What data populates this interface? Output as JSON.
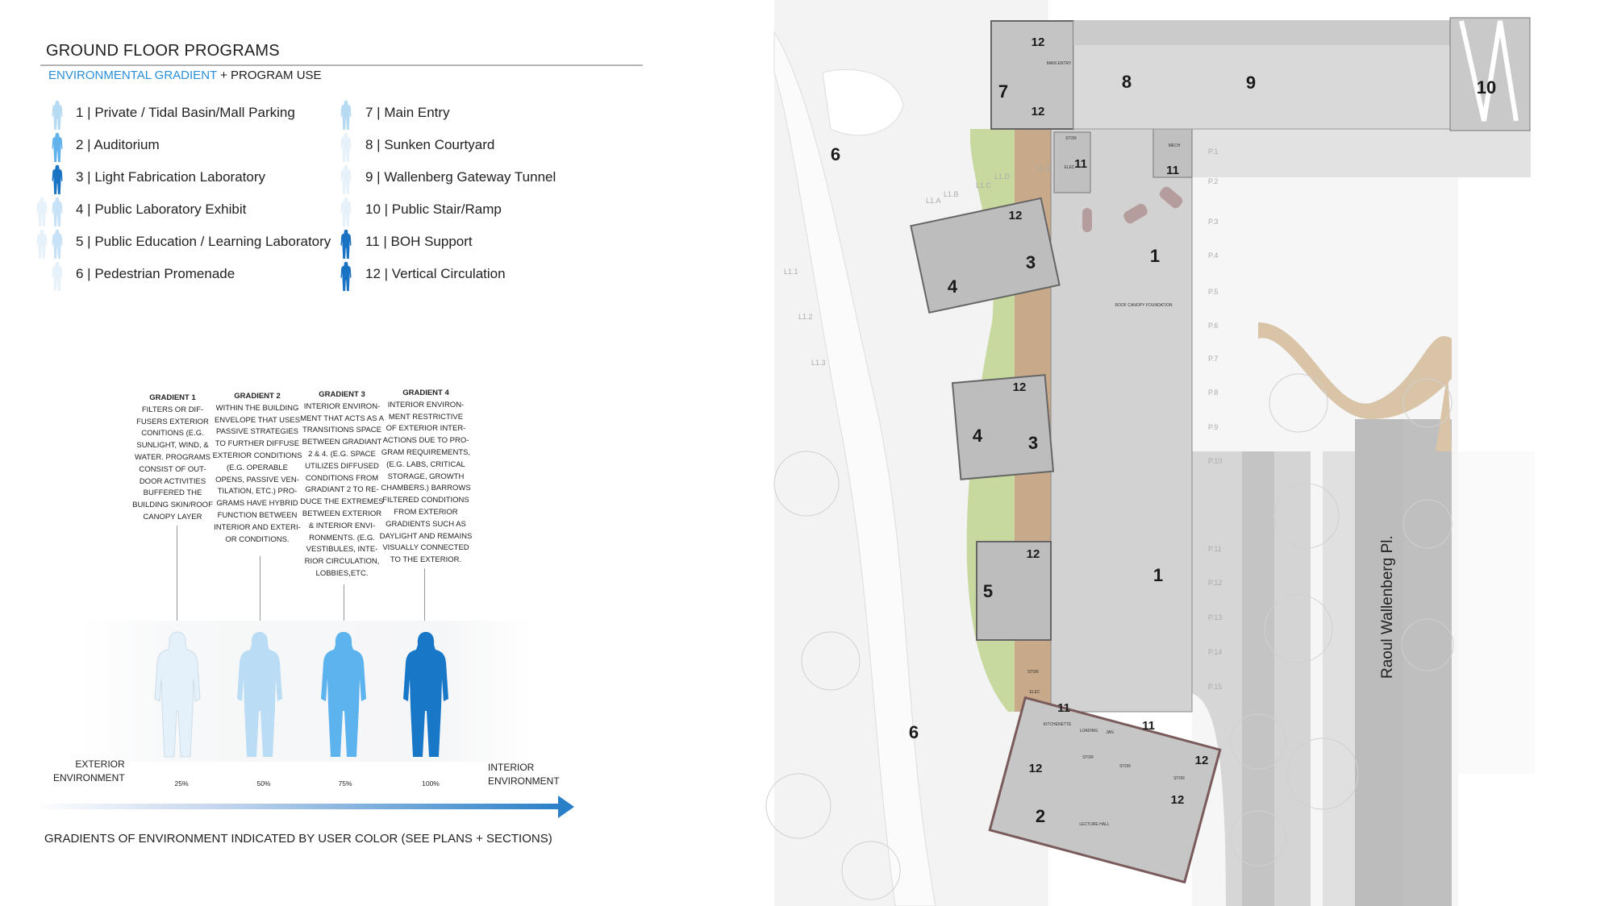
{
  "header": {
    "title": "GROUND FLOOR PROGRAMS",
    "subtitle_accent": "ENVIRONMENTAL GRADIENT",
    "subtitle_rest": " + PROGRAM USE"
  },
  "programs": [
    {
      "label": "1 | Private / Tidal Basin/Mall Parking",
      "icon": "user-figure-icon",
      "color": "#b7daf3"
    },
    {
      "label": "2 | Auditorium",
      "icon": "user-figure-icon",
      "color": "#62b3ec"
    },
    {
      "label": "3 | Light Fabrication Laboratory",
      "icon": "user-figure-icon",
      "color": "#1a73c2"
    },
    {
      "label": "4 | Public Laboratory Exhibit",
      "icon": "user-figure-icon",
      "color": "#c7e2f6"
    },
    {
      "label": "5 | Public Education / Learning Laboratory",
      "icon": "user-figure-icon",
      "color": "#c7e2f6"
    },
    {
      "label": "6 | Pedestrian Promenade",
      "icon": "user-figure-icon",
      "color": "#e6f1fa"
    },
    {
      "label": "7 | Main Entry",
      "icon": "user-figure-icon",
      "color": "#b7daf3"
    },
    {
      "label": "8 | Sunken Courtyard",
      "icon": "user-figure-icon",
      "color": "#e6f1fa"
    },
    {
      "label": "9 | Wallenberg Gateway Tunnel",
      "icon": "user-figure-icon",
      "color": "#e6f1fa"
    },
    {
      "label": "10 | Public Stair/Ramp",
      "icon": "user-figure-icon",
      "color": "#e6f1fa"
    },
    {
      "label": "11 | BOH Support",
      "icon": "user-figure-icon",
      "color": "#1a73c2"
    },
    {
      "label": "12 | Vertical Circulation",
      "icon": "user-figure-icon",
      "color": "#1a73c2"
    }
  ],
  "gradients": [
    {
      "title": "GRADIENT 1",
      "text": "FILTERS OR DIF-\nFUSERS EXTERIOR\nCONITIONS (E.G.\nSUNLIGHT,  WIND, &\nWATER.  PROGRAMS\nCONSIST OF OUT-\nDOOR ACTIVITIES\nBUFFERED THE\nBUILDING SKIN/ROOF\nCANOPY LAYER",
      "percent": "25%",
      "level": 25,
      "color": "#e4f0fa"
    },
    {
      "title": "GRADIENT 2",
      "text": "WITHIN THE BUILDING\nENVELOPE THAT USES\nPASSIVE STRATEGIES\nTO FURTHER DIFFUSE\nEXTERIOR CONDITIONS\n(E.G. OPERABLE\nOPENS, PASSIVE VEN-\nTILATION, ETC.) PRO-\nGRAMS HAVE HYBRID\nFUNCTION BETWEEN\nINTERIOR AND EXTERI-\nOR CONDITIONS.",
      "percent": "50%",
      "level": 50,
      "color": "#badcf4"
    },
    {
      "title": "GRADIENT 3",
      "text": "INTERIOR ENVIRON-\nMENT THAT ACTS AS A\nTRANSITIONS SPACE\nBETWEEN GRADIANT\n2 & 4. (E.G. SPACE\nUTILIZES DIFFUSED\nCONDITIONS FROM\nGRADIANT 2 TO RE-\nDUCE THE EXTREMES\nBETWEEN EXTERIOR\n& INTERIOR ENVI-\nRONMENTS. (E.G.\nVESTIBULES, INTE-\nRIOR CIRCULATION,\nLOBBIES,ETC.",
      "percent": "75%",
      "level": 75,
      "color": "#5db3ee"
    },
    {
      "title": "GRADIENT 4",
      "text": "INTERIOR ENVIRON-\nMENT RESTRICTIVE\nOF EXTERIOR INTER-\nACTIONS DUE TO PRO-\nGRAM REQUIREMENTS,\n(E.G. LABS, CRITICAL\nSTORAGE, GROWTH\nCHAMBERS.) BARROWS\nFILTERED CONDITIONS\nFROM EXTERIOR\nGRADIENTS SUCH AS\nDAYLIGHT AND REMAINS\nVISUALLY CONNECTED\nTO THE EXTERIOR.",
      "percent": "100%",
      "level": 100,
      "color": "#1877c6"
    }
  ],
  "scale": {
    "exterior_label": "EXTERIOR\nENVIRONMENT",
    "interior_label": "INTERIOR\nENVIRONMENT",
    "arrow_color": "#2a80c8"
  },
  "footer": "GRADIENTS OF ENVIRONMENT INDICATED BY USER COLOR (SEE PLANS + SECTIONS)",
  "plan": {
    "street_name": "Raoul Wallenberg Pl.",
    "room_numbers": [
      "6",
      "6",
      "7",
      "8",
      "9",
      "10",
      "12",
      "12",
      "11",
      "11",
      "12",
      "3",
      "4",
      "1",
      "12",
      "4",
      "3",
      "1",
      "12",
      "5",
      "11",
      "11",
      "12",
      "12",
      "12",
      "2"
    ],
    "room_tags": [
      "MAIN ENTRY",
      "STOR",
      "ELEC",
      "MECH",
      "ROOF CANOPY FOUNDATION",
      "STOR",
      "ELEC",
      "KITCHENETTE",
      "LOADING",
      "JAN",
      "STOR",
      "STOR",
      "STOR",
      "LECTURE HALL"
    ],
    "grid_markers": [
      "P.1",
      "P.2",
      "P.3",
      "P.4",
      "P.5",
      "P.6",
      "P.7",
      "P.8",
      "P.9",
      "P.10",
      "P.11",
      "P.12",
      "P.13",
      "P.14",
      "P.15"
    ],
    "landscape_markers": [
      "L1.A",
      "L1.B",
      "L1.C",
      "L1.D",
      "L1.E",
      "L1.1",
      "L1.2",
      "L1.3"
    ]
  }
}
